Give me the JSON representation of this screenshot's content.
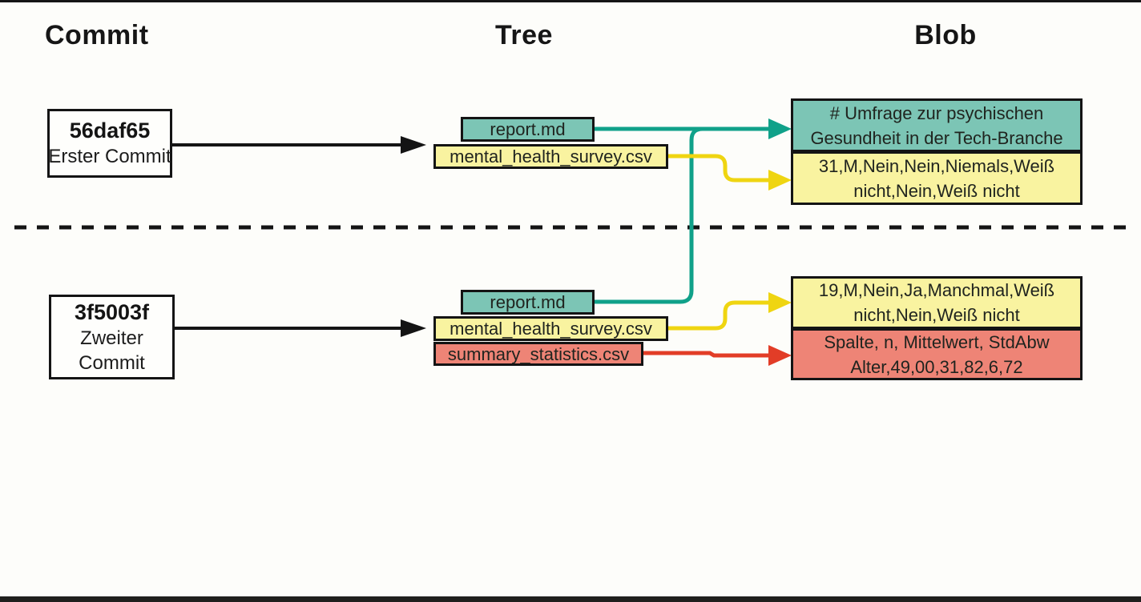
{
  "headings": {
    "commit": "Commit",
    "tree": "Tree",
    "blob": "Blob"
  },
  "commits": [
    {
      "hash": "56daf65",
      "label_line1": "Erster Commit",
      "label_line2": ""
    },
    {
      "hash": "3f5003f",
      "label_line1": "Zweiter",
      "label_line2": "Commit"
    }
  ],
  "trees": [
    {
      "entries": [
        {
          "name": "report.md",
          "color": "teal"
        },
        {
          "name": "mental_health_survey.csv",
          "color": "yellow"
        }
      ]
    },
    {
      "entries": [
        {
          "name": "report.md",
          "color": "teal"
        },
        {
          "name": "mental_health_survey.csv",
          "color": "yellow"
        },
        {
          "name": "summary_statistics.csv",
          "color": "red"
        }
      ]
    }
  ],
  "blobs": [
    {
      "color": "teal",
      "line1": "# Umfrage zur psychischen",
      "line2": "Gesundheit in der Tech-Branche"
    },
    {
      "color": "yellow",
      "line1": "31,M,Nein,Nein,Niemals,Weiß",
      "line2": "nicht,Nein,Weiß nicht"
    },
    {
      "color": "yellow",
      "line1": "19,M,Nein,Ja,Manchmal,Weiß",
      "line2": "nicht,Nein,Weiß nicht"
    },
    {
      "color": "red",
      "line1": "Spalte, n, Mittelwert, StdAbw",
      "line2": "Alter,49,00,31,82,6,72"
    }
  ],
  "colors": {
    "teal_fill": "#7cc5b5",
    "teal_line": "#10a189",
    "yellow_fill": "#f9f3a0",
    "yellow_line": "#efd511",
    "red_fill": "#ee8476",
    "red_line": "#e23d27",
    "ink": "#141414",
    "background": "#fdfdfa"
  }
}
